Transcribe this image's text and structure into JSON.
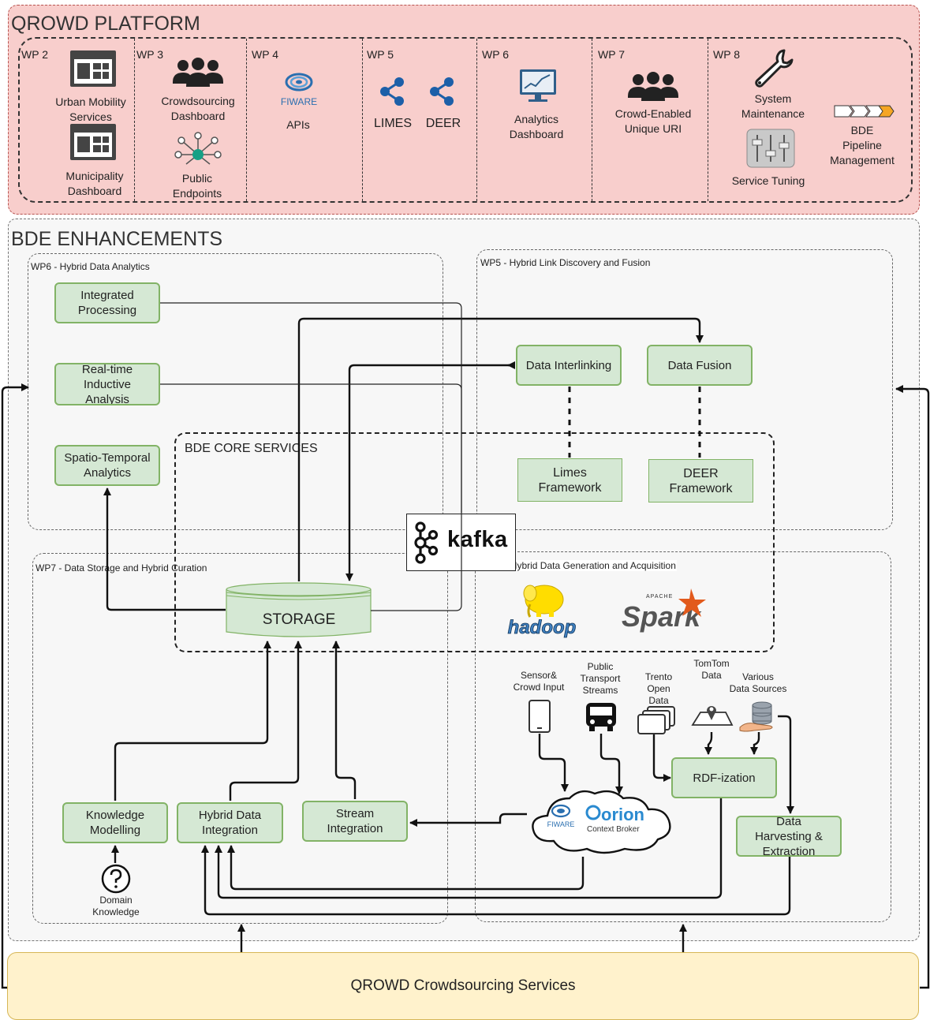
{
  "platform": {
    "title": "QROWD PLATFORM",
    "work_packages": [
      {
        "label": "WP 2",
        "items": [
          "Urban Mobility\nServices",
          "Municipality\nDashboard"
        ]
      },
      {
        "label": "WP 3",
        "items": [
          "Crowdsourcing\nDashboard",
          "Public\nEndpoints"
        ]
      },
      {
        "label": "WP 4",
        "items": [
          "APIs"
        ]
      },
      {
        "label": "WP 5",
        "items": [
          "LIMES",
          "DEER"
        ]
      },
      {
        "label": "WP 6",
        "items": [
          "Analytics\nDashboard"
        ]
      },
      {
        "label": "WP 7",
        "items": [
          "Crowd-Enabled\nUnique URI"
        ]
      },
      {
        "label": "WP 8",
        "items": [
          "System\nMaintenance",
          "Service Tuning",
          "BDE\nPipeline\nManagement"
        ]
      }
    ],
    "fiware_logo_text": "FIWARE"
  },
  "enhancements": {
    "title": "BDE ENHANCEMENTS",
    "wp6": {
      "label": "WP6 - Hybrid Data Analytics",
      "boxes": [
        "Integrated\nProcessing",
        "Real-time\nInductive\nAnalysis",
        "Spatio-Temporal\nAnalytics"
      ]
    },
    "wp5": {
      "label": "WP5 - Hybrid Link Discovery and Fusion",
      "boxes": [
        "Data Interlinking",
        "Data Fusion",
        "Limes\nFramework",
        "DEER\nFramework"
      ]
    },
    "core": {
      "label": "BDE CORE SERVICES",
      "kafka": "kafka",
      "hadoop": "hadoop",
      "spark": "Spark",
      "spark_apache": "APACHE"
    },
    "wp7": {
      "label": "WP7 - Data Storage and Hybrid Curation",
      "storage": "STORAGE",
      "boxes": [
        "Knowledge\nModelling",
        "Hybrid Data\nIntegration",
        "Stream\nIntegration"
      ],
      "domain_knowledge": "Domain\nKnowledge"
    },
    "wp4": {
      "label": "WP 4 - Hybrid Data Generation and Acquisition",
      "sources": [
        "Sensor&\nCrowd Input",
        "Public\nTransport\nStreams",
        "Trento\nOpen\nData",
        "TomTom\nData",
        "Various\nData Sources"
      ],
      "rdf": "RDF-ization",
      "harvest": "Data\nHarvesting &\nExtraction",
      "orion": "orion",
      "context_broker": "Context Broker",
      "fiware": "FIWARE"
    }
  },
  "crowdsourcing": {
    "label": "QROWD Crowdsourcing Services"
  },
  "colors": {
    "platform_fill": "#f8cecc",
    "box_fill": "#d5e8d4",
    "box_border": "#82b366",
    "bottom_fill": "#fff2cc",
    "icon": "#333333",
    "fiware_blue": "#2a6fb0"
  }
}
